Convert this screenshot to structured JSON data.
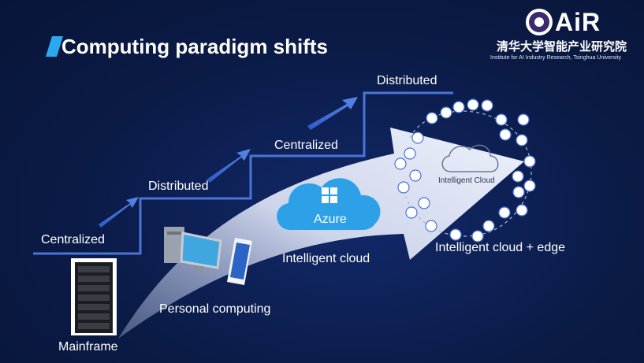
{
  "slide": {
    "title": "Computing paradigm shifts"
  },
  "logo": {
    "brand": "AiR",
    "cn_name": "清华大学智能产业研究院",
    "en_name": "Institute for AI Industry Research, Tsinghua University"
  },
  "steps": [
    {
      "label": "Centralized"
    },
    {
      "label": "Distributed"
    },
    {
      "label": "Centralized"
    },
    {
      "label": "Distributed"
    }
  ],
  "arc": {
    "mainframe": "Mainframe",
    "personal": "Personal computing",
    "cloud": "Intelligent cloud",
    "edge": "Intelligent cloud + edge",
    "azure": "Azure",
    "inner_cloud": "Intelligent Cloud"
  },
  "colors": {
    "background": "#0c1d4a",
    "step_line": "#4a74d6",
    "arc": "#cfd8ef",
    "azure": "#2ea0e8"
  },
  "icons": [
    "server-rack-icon",
    "desktop-pc-icon",
    "smartphone-icon",
    "windows-logo-icon",
    "cloud-icon",
    "device-ring-icons"
  ]
}
